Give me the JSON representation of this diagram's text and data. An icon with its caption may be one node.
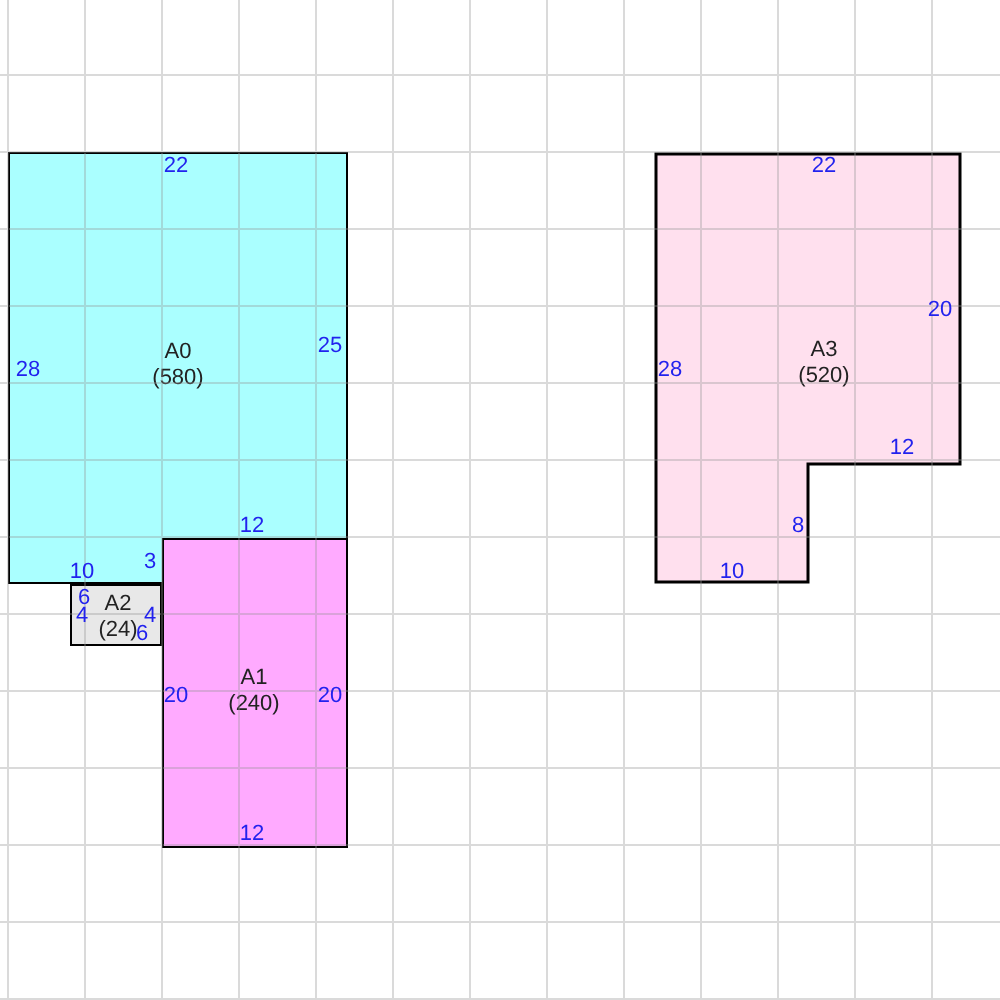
{
  "diagram": {
    "nodes": [
      {
        "text": [
          "A0 (580)"
        ]
      },
      {
        "text": [
          "A1 (240)"
        ]
      },
      {
        "text": [
          "A2 (24)"
        ]
      },
      {
        "text": [
          "A3 (520)"
        ]
      }
    ],
    "labels": [
      "22",
      "22",
      "20",
      "28",
      "25",
      "28",
      "12",
      "12",
      "8",
      "10",
      "3",
      "10",
      "6",
      "4",
      "4",
      "6",
      "20",
      "20",
      "12"
    ]
  }
}
